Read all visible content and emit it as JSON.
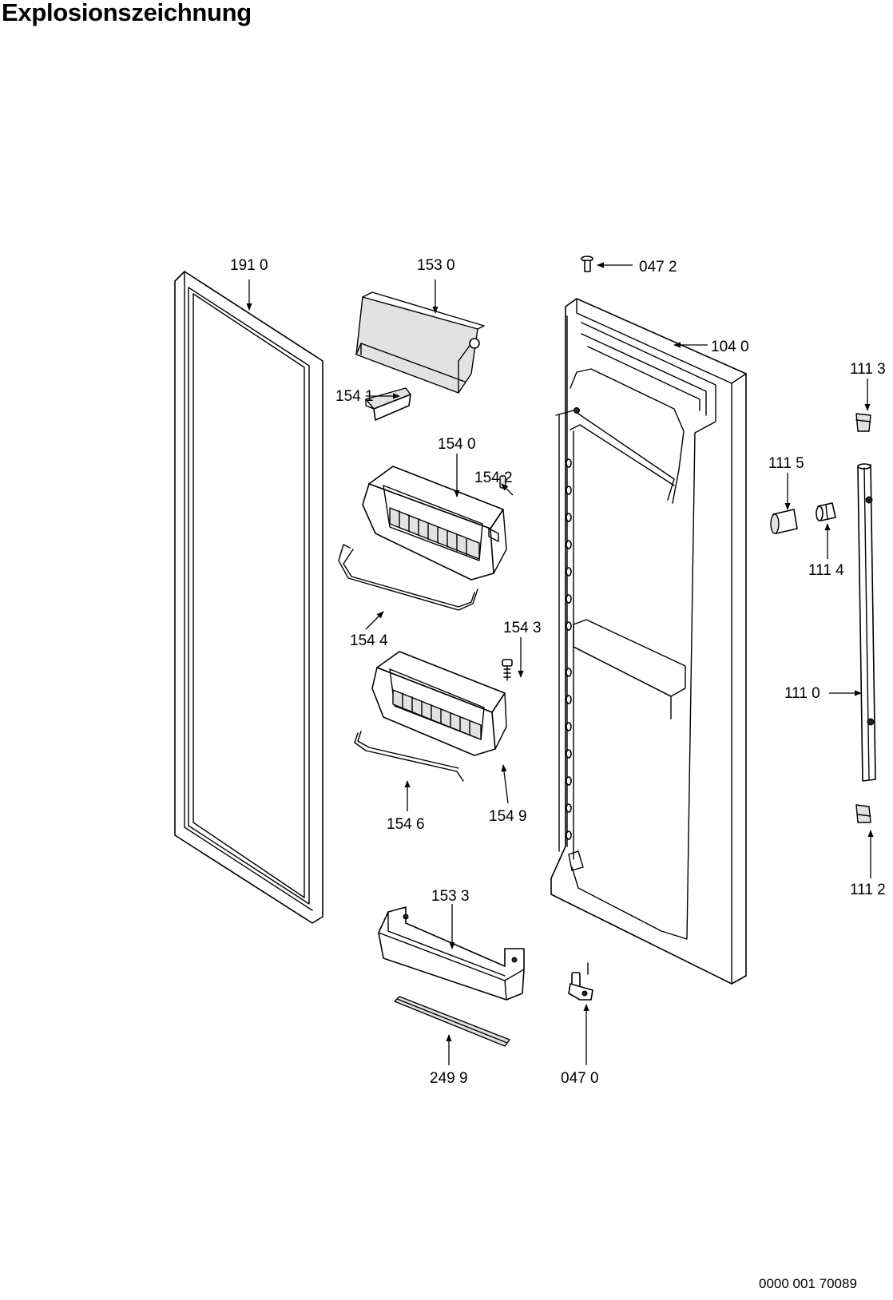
{
  "title": "Explosionszeichnung",
  "doc_number": "0000 001 70089",
  "callouts": {
    "gasket": "191 0",
    "dairy_cover": "153 0",
    "pin_top": "047 2",
    "door": "104 0",
    "handle_cap_top": "111 3",
    "cover_lever": "154 1",
    "shelf_upper": "154 0",
    "clip_upper": "154 2",
    "handle_plug": "111 5",
    "handle_spacer": "111 4",
    "rail_upper": "154 4",
    "screw": "154 3",
    "handle": "111 0",
    "rail_lower": "154 6",
    "shelf_lower_tab": "154 9",
    "handle_cap_bottom": "111 2",
    "bottle_shelf": "153 3",
    "trim_strip": "249 9",
    "hinge_bottom": "047 0"
  }
}
